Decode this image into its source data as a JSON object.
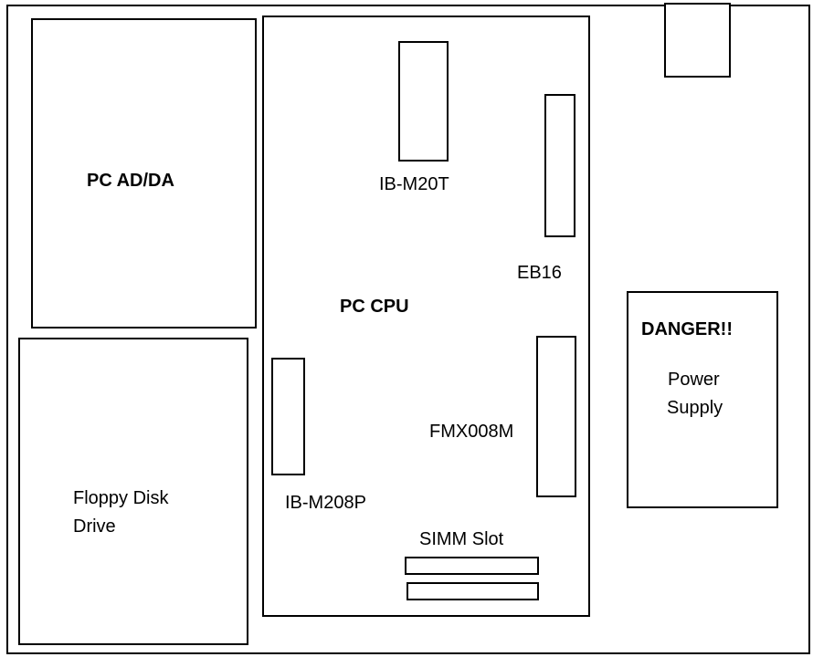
{
  "components": {
    "pc_adda": {
      "label": "PC AD/DA"
    },
    "pc_cpu": {
      "label": "PC CPU"
    },
    "ib_m20t": {
      "label": "IB-M20T"
    },
    "eb16": {
      "label": "EB16"
    },
    "ib_m208p": {
      "label": "IB-M208P"
    },
    "fmx008m": {
      "label": "FMX008M"
    },
    "simm_slot": {
      "label": "SIMM Slot"
    },
    "floppy": {
      "label_line1": "Floppy Disk",
      "label_line2": "Drive"
    },
    "power_supply": {
      "warning": "DANGER!!",
      "label_line1": "Power",
      "label_line2": "Supply"
    }
  }
}
